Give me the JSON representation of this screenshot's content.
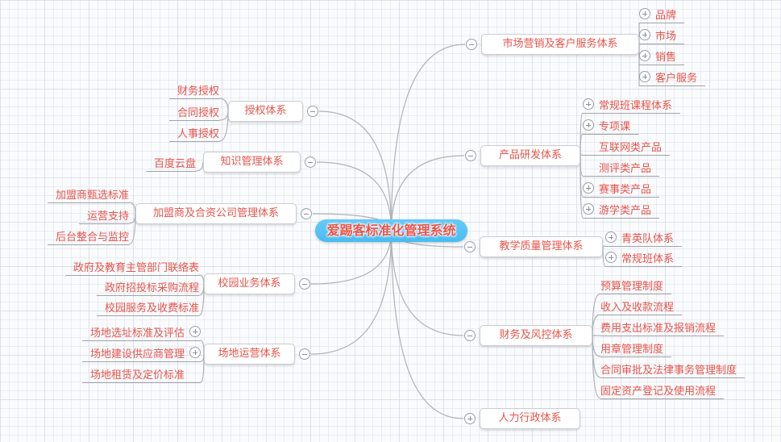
{
  "colors": {
    "root_fill": "#53c3f1",
    "node_text": "#e8544a",
    "connector": "#aeb2b9",
    "node_border": "#c9cdd3"
  },
  "root": {
    "label": "爱踢客标准化管理系统"
  },
  "branches": [
    {
      "label": "市场营销及客户服务体系",
      "side": "right",
      "toggle": "minus",
      "children": [
        {
          "label": "品牌",
          "icon": "plus"
        },
        {
          "label": "市场",
          "icon": "plus"
        },
        {
          "label": "销售",
          "icon": "plus"
        },
        {
          "label": "客户服务",
          "icon": "plus"
        }
      ]
    },
    {
      "label": "产品研发体系",
      "side": "right",
      "toggle": "minus",
      "children": [
        {
          "label": "常规班课程体系",
          "icon": "plus"
        },
        {
          "label": "专项课",
          "icon": "plus"
        },
        {
          "label": "互联网类产品",
          "icon": "none"
        },
        {
          "label": "测评类产品",
          "icon": "none"
        },
        {
          "label": "赛事类产品",
          "icon": "plus"
        },
        {
          "label": "游学类产品",
          "icon": "plus"
        }
      ]
    },
    {
      "label": "教学质量管理体系",
      "side": "right",
      "toggle": "minus",
      "children": [
        {
          "label": "青英队体系",
          "icon": "plus"
        },
        {
          "label": "常规班体系",
          "icon": "plus"
        }
      ]
    },
    {
      "label": "财务及风控体系",
      "side": "right",
      "toggle": "minus",
      "children": [
        {
          "label": "预算管理制度",
          "icon": "none"
        },
        {
          "label": "收入及收款流程",
          "icon": "none"
        },
        {
          "label": "费用支出标准及报销流程",
          "icon": "none"
        },
        {
          "label": "用章管理制度",
          "icon": "none"
        },
        {
          "label": "合同审批及法律事务管理制度",
          "icon": "none"
        },
        {
          "label": "固定资产登记及使用流程",
          "icon": "none"
        }
      ]
    },
    {
      "label": "人力行政体系",
      "side": "right",
      "toggle": "plus",
      "children": []
    },
    {
      "label": "授权体系",
      "side": "left",
      "toggle": "minus",
      "children": [
        {
          "label": "财务授权",
          "icon": "none"
        },
        {
          "label": "合同授权",
          "icon": "none"
        },
        {
          "label": "人事授权",
          "icon": "none"
        }
      ]
    },
    {
      "label": "知识管理体系",
      "side": "left",
      "toggle": "minus",
      "children": [
        {
          "label": "百度云盘",
          "icon": "none"
        }
      ]
    },
    {
      "label": "加盟商及合资公司管理体系",
      "side": "left",
      "toggle": "minus",
      "children": [
        {
          "label": "加盟商甄选标准",
          "icon": "none"
        },
        {
          "label": "运营支持",
          "icon": "none"
        },
        {
          "label": "后台整合与监控",
          "icon": "none"
        }
      ]
    },
    {
      "label": "校园业务体系",
      "side": "left",
      "toggle": "minus",
      "children": [
        {
          "label": "政府及教育主管部门联络表",
          "icon": "none"
        },
        {
          "label": "政府招投标采购流程",
          "icon": "none"
        },
        {
          "label": "校园服务及收费标准",
          "icon": "none"
        }
      ]
    },
    {
      "label": "场地运营体系",
      "side": "left",
      "toggle": "minus",
      "children": [
        {
          "label": "场地选址标准及评估",
          "icon": "plus"
        },
        {
          "label": "场地建设供应商管理",
          "icon": "plus"
        },
        {
          "label": "场地租赁及定价标准",
          "icon": "none"
        }
      ]
    }
  ]
}
